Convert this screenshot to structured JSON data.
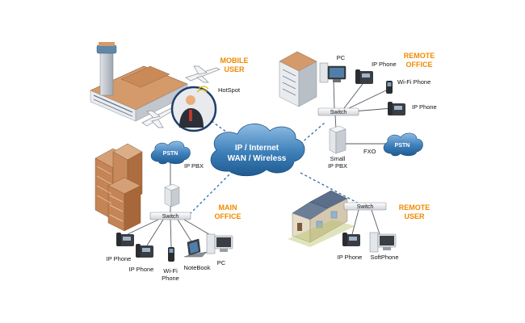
{
  "accent_color": "#f08a00",
  "cloud_color": "#3d7fb8",
  "internet": {
    "line1": "IP / Internet",
    "line2": "WAN / Wireless"
  },
  "mobile_user": {
    "title_line1": "MOBILE",
    "title_line2": "USER",
    "hotspot": "HotSpot"
  },
  "remote_office": {
    "title_line1": "REMOTE",
    "title_line2": "OFFICE",
    "pc": "PC",
    "ip_phone_1": "IP Phone",
    "wifi_phone": "Wi-Fi Phone",
    "ip_phone_2": "IP Phone",
    "switch": "Switch",
    "pstn": "PSTN",
    "fxo": "FXO",
    "ip_pbx_line1": "Small",
    "ip_pbx_line2": "IP PBX"
  },
  "main_office": {
    "title_line1": "MAIN",
    "title_line2": "OFFICE",
    "pstn": "PSTN",
    "ip_pbx": "IP PBX",
    "switch": "Switch",
    "ip_phone_1": "IP Phone",
    "ip_phone_2": "IP Phone",
    "wifi_phone_line1": "Wi-Fi",
    "wifi_phone_line2": "Phone",
    "notebook": "NoteBook",
    "pc": "PC"
  },
  "remote_user": {
    "title_line1": "REMOTE",
    "title_line2": "USER",
    "switch": "Switch",
    "ip_phone": "IP Phone",
    "softphone": "SoftPhone"
  }
}
